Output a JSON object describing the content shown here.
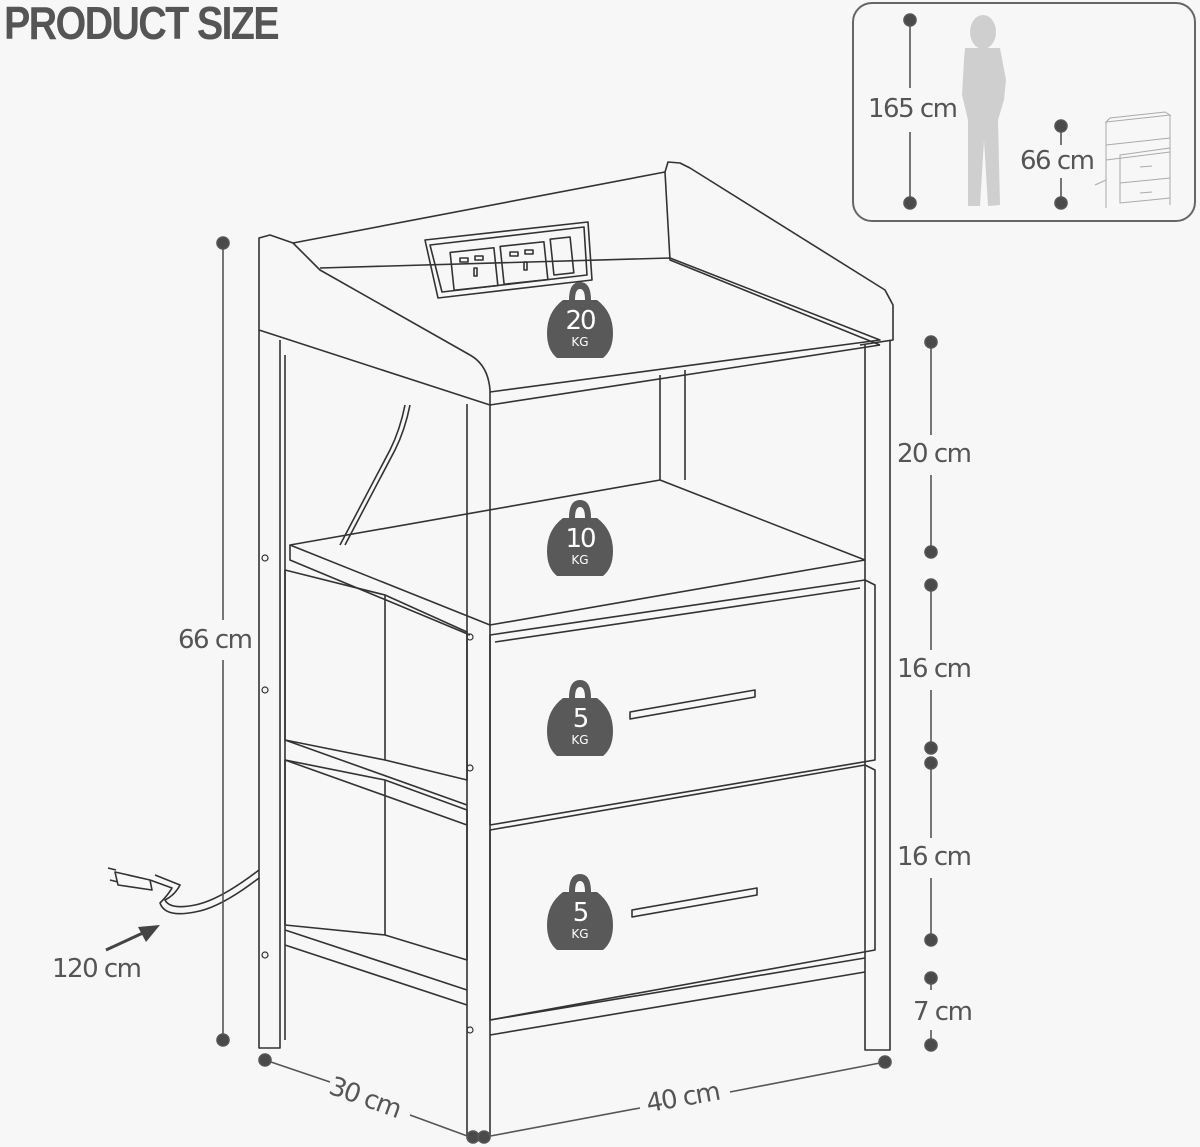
{
  "title": "PRODUCT SIZE",
  "colors": {
    "background": "#f7f7f7",
    "ink": "#555555",
    "line": "#333333",
    "dot": "#4a4a4a",
    "silhouette": "#cfcfcf"
  },
  "dimensions": {
    "total_height": "66 cm",
    "shelf_top": "20 cm",
    "drawer_upper": "16 cm",
    "drawer_lower": "16 cm",
    "leg_clearance": "7 cm",
    "depth": "30 cm",
    "width": "40 cm",
    "cable_length": "120 cm"
  },
  "load_capacity": [
    {
      "position": "top",
      "value": "20",
      "unit": "KG"
    },
    {
      "position": "open-shelf",
      "value": "10",
      "unit": "KG"
    },
    {
      "position": "drawer-upper",
      "value": "5",
      "unit": "KG"
    },
    {
      "position": "drawer-lower",
      "value": "5",
      "unit": "KG"
    }
  ],
  "comparison": {
    "person_height": "165 cm",
    "product_height": "66 cm"
  }
}
